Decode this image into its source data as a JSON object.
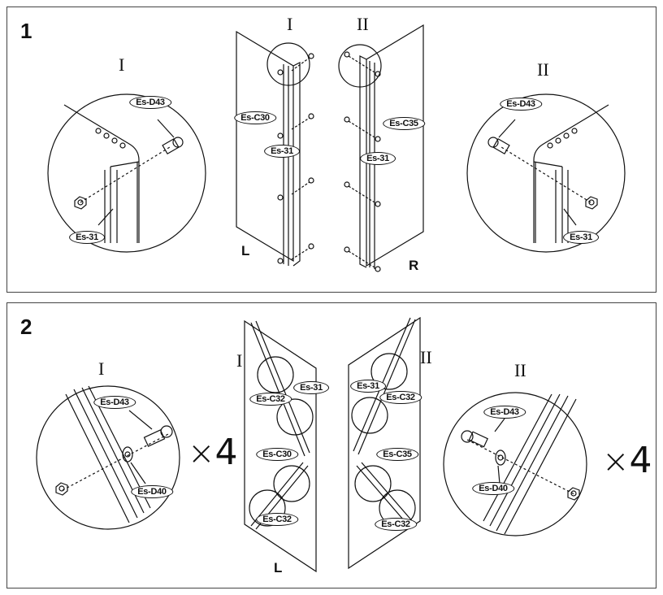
{
  "steps": [
    {
      "number": "1",
      "detail_left": {
        "roman": "I",
        "labels": [
          "Es-D43",
          "Es-31"
        ]
      },
      "detail_right": {
        "roman": "II",
        "labels": [
          "Es-D43",
          "Es-31"
        ]
      },
      "center": {
        "roman_left": "I",
        "roman_right": "II",
        "labels": [
          "Es-C30",
          "Es-31",
          "Es-C35",
          "Es-31"
        ],
        "side_left": "L",
        "side_right": "R"
      }
    },
    {
      "number": "2",
      "detail_left": {
        "roman": "I",
        "labels": [
          "Es-D43",
          "Es-D40"
        ],
        "multiplier": "4"
      },
      "detail_right": {
        "roman": "II",
        "labels": [
          "Es-D43",
          "Es-D40"
        ],
        "multiplier": "4"
      },
      "center": {
        "roman_left": "I",
        "roman_right": "II",
        "labels": [
          "Es-31",
          "Es-C32",
          "Es-C30",
          "Es-C32",
          "Es-31",
          "Es-C32",
          "Es-C35",
          "Es-C32"
        ],
        "side_left": "L"
      }
    }
  ],
  "icons": {
    "times": "multiply-sign"
  }
}
